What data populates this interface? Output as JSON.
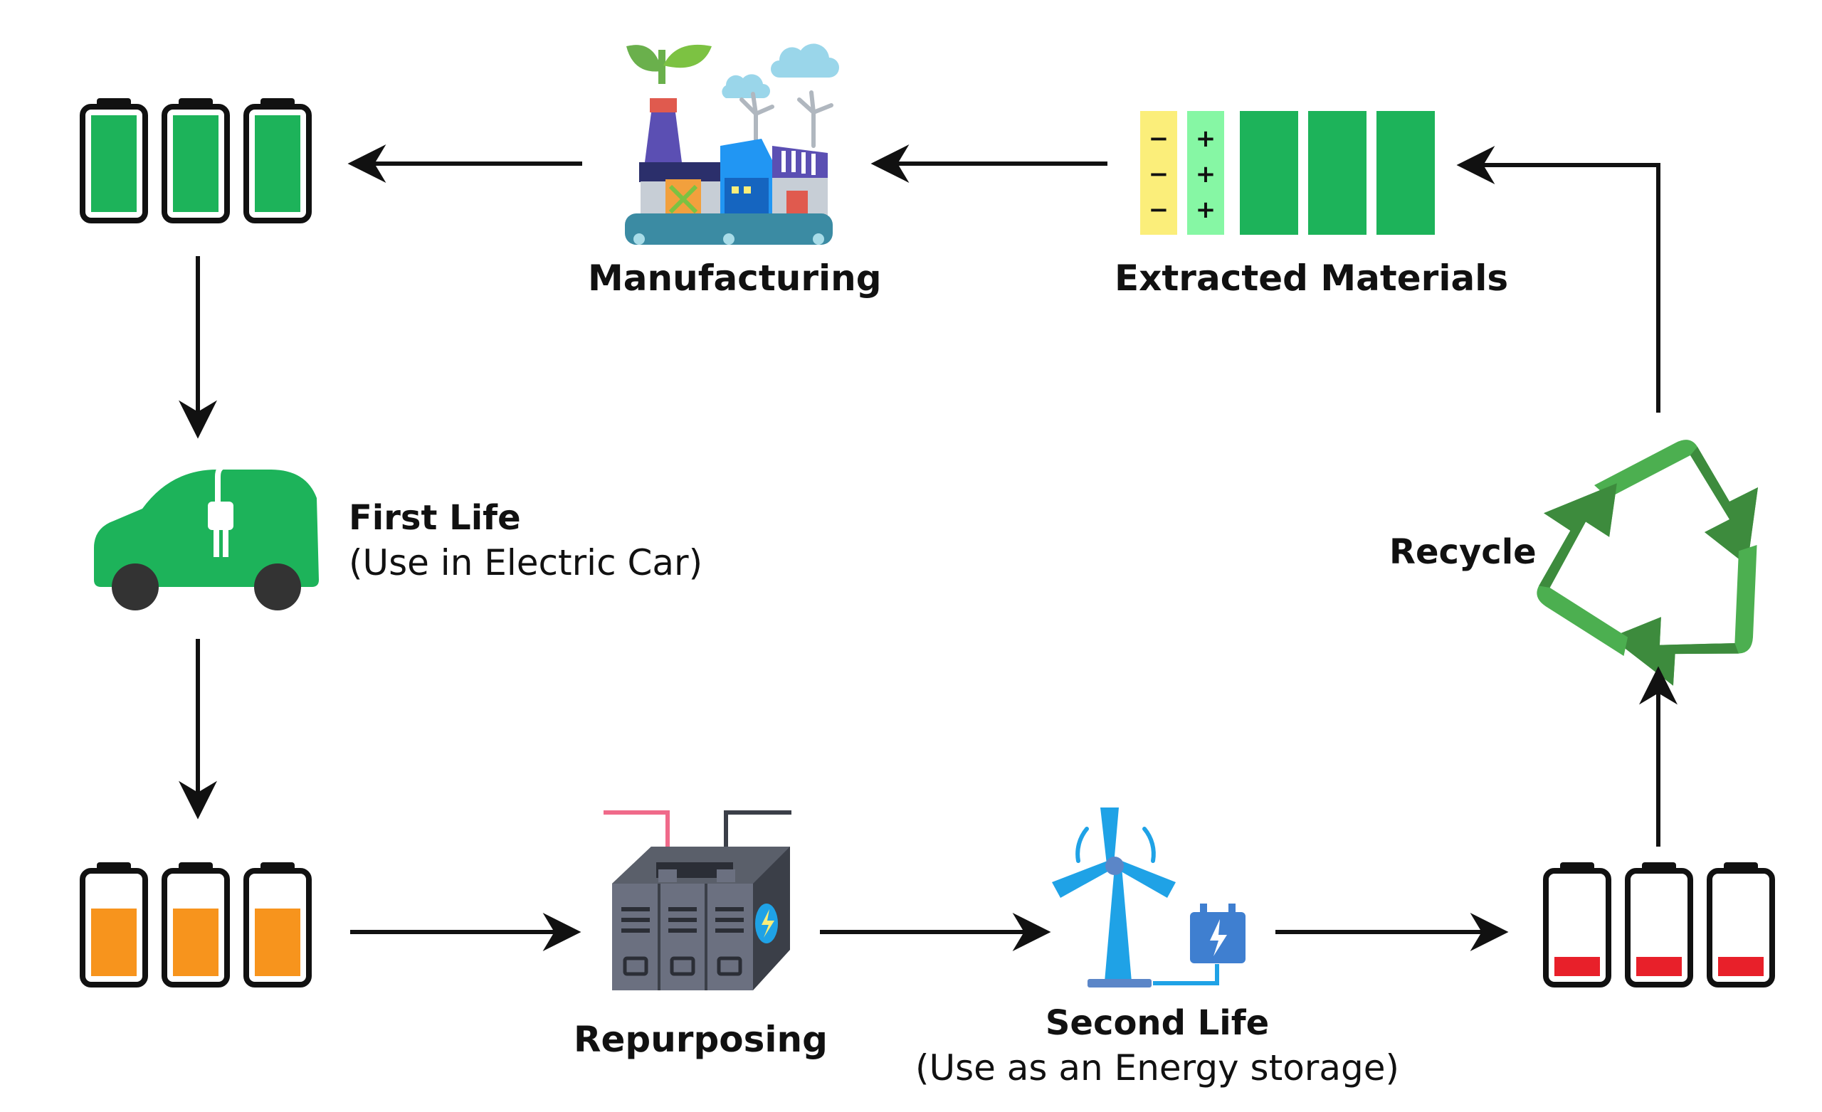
{
  "labels": {
    "manufacturing": "Manufacturing",
    "extracted_materials": "Extracted Materials",
    "first_life_title": "First Life",
    "first_life_sub": "(Use in Electric Car)",
    "repurposing": "Repurposing",
    "second_life_title": "Second Life",
    "second_life_sub": "(Use as an Energy storage)",
    "recycle": "Recycle"
  },
  "colors": {
    "battery_full": "#1db35a",
    "battery_half": "#f7941d",
    "battery_low": "#e8202a",
    "outline": "#111111",
    "cathode_yellow": "#fbee7a",
    "anode_mint": "#86f7a4",
    "car_green": "#1db35a",
    "recycle_light": "#4caf50",
    "recycle_dark": "#3d8b3d",
    "factory_purple": "#5b4fb3",
    "factory_blue": "#2196f3",
    "turbine_blue": "#1fa2e6"
  },
  "battery_levels": {
    "full": 1.0,
    "half": 0.7,
    "low": 0.2
  },
  "electrode_signs": {
    "negative": "−",
    "positive": "+"
  }
}
